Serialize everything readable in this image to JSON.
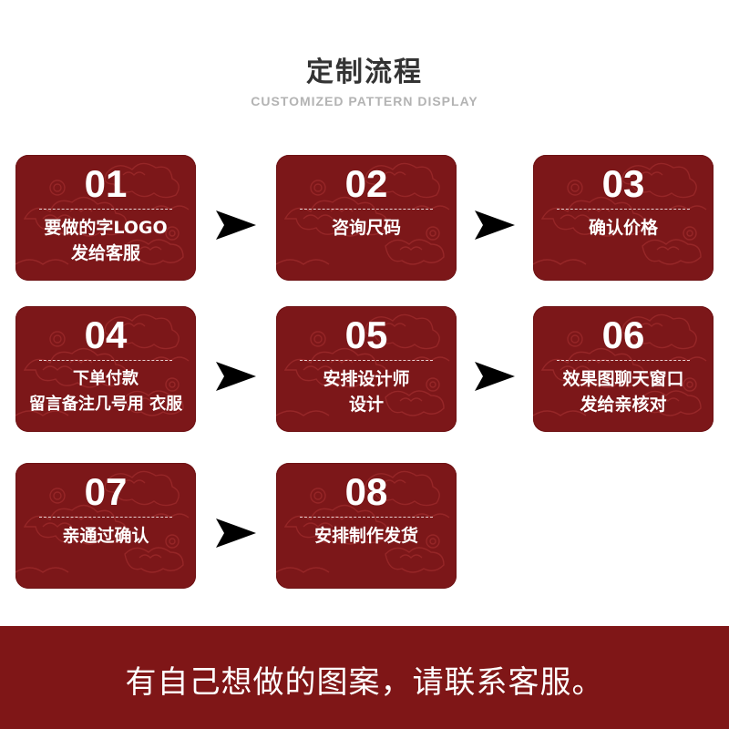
{
  "header": {
    "title": "定制流程",
    "subtitle": "CUSTOMIZED PATTERN DISPLAY"
  },
  "steps": [
    {
      "num": "01",
      "line1": "要做的字LOGO",
      "line2": "发给客服"
    },
    {
      "num": "02",
      "line1": "咨询尺码",
      "line2": ""
    },
    {
      "num": "03",
      "line1": "确认价格",
      "line2": ""
    },
    {
      "num": "04",
      "line1": "下单付款",
      "line2": "留言备注几号用 衣服"
    },
    {
      "num": "05",
      "line1": "安排设计师",
      "line2": "设计"
    },
    {
      "num": "06",
      "line1": "效果图聊天窗口",
      "line2": "发给亲核对"
    },
    {
      "num": "07",
      "line1": "亲通过确认",
      "line2": ""
    },
    {
      "num": "08",
      "line1": "安排制作发货",
      "line2": ""
    }
  ],
  "footer": {
    "text": "有自己想做的图案，请联系客服。"
  },
  "colors": {
    "card": "#7c1719",
    "footer": "#7f1617",
    "arrow": "#000000",
    "title": "#333333",
    "subtitle": "#b3b3b3"
  },
  "icons": {
    "arrow": "arrow-right-icon",
    "pattern": "cloud-pattern-icon"
  }
}
